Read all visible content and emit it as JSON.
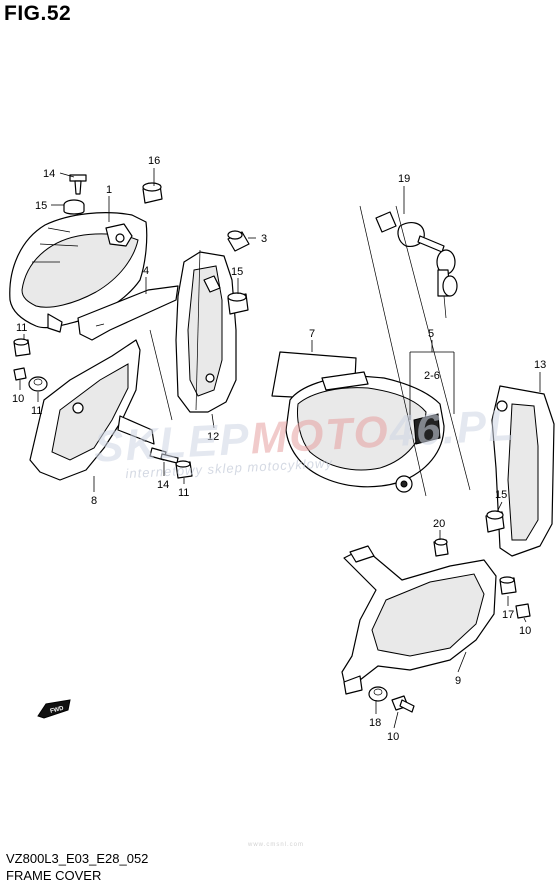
{
  "figure": {
    "title": "FIG.52",
    "model_code": "VZ800L3_E03_E28_052",
    "section_name": "FRAME COVER"
  },
  "callouts": {
    "p1": "1",
    "p2_6": "2-6",
    "p3": "3",
    "p4": "4",
    "p5": "5",
    "p7": "7",
    "p8": "8",
    "p9": "9",
    "p10_a": "10",
    "p10_b": "10",
    "p10_c": "10",
    "p11_a": "11",
    "p11_b": "11",
    "p11_c": "11",
    "p12": "12",
    "p13": "13",
    "p14_a": "14",
    "p14_b": "14",
    "p15_a": "15",
    "p15_b": "15",
    "p15_c": "15",
    "p16": "16",
    "p17": "17",
    "p18": "18",
    "p19": "19",
    "p20": "20"
  },
  "fwd_arrow": {
    "label": "FWD"
  },
  "watermark": {
    "brand_left": "SKLEP",
    "brand_mid": "MOTO",
    "brand_right": "46.PL",
    "tagline": "internetowy sklep motocyklowy",
    "footer_text": "www.cmsnl.com"
  }
}
